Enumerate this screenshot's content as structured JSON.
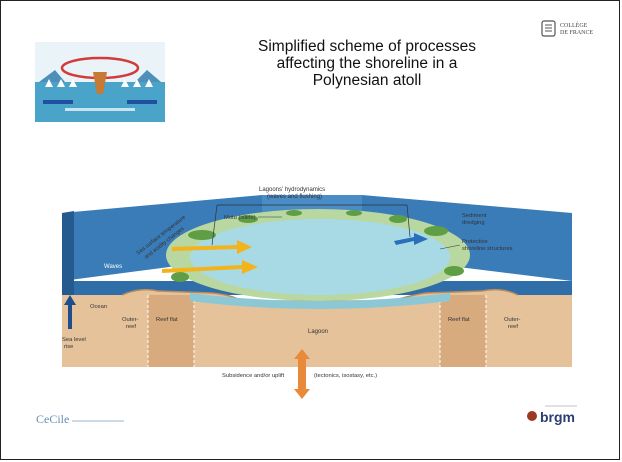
{
  "slide": {
    "title_lines": [
      "Simplified scheme of processes",
      "affecting the shoreline in a",
      "Polynesian atoll"
    ]
  },
  "logos": {
    "college_de_france": [
      "COLLÈGE",
      "DE FRANCE"
    ],
    "cecile": "CeCile",
    "brgm": "brgm"
  },
  "diagram": {
    "labels": {
      "lagoon_hydro_1": "Lagoons' hydrodynamics",
      "lagoon_hydro_2": "(waves and flushing)",
      "sst_1": "Sea surface temperature",
      "sst_2": "and acidity changes",
      "motu": "Motu (islets)",
      "sediment_1": "Sediment",
      "sediment_2": "dredging",
      "protective_1": "Protective",
      "protective_2": "shoreline structures",
      "waves": "Waves",
      "sea_level_1": "Sea level",
      "sea_level_2": "rise",
      "ocean": "Ocean",
      "outer_reef_left_1": "Outer-",
      "outer_reef_left_2": "reef",
      "reef_flat_left": "Reef flat",
      "lagoon": "Lagoon",
      "reef_flat_right": "Reef flat",
      "outer_reef_right_1": "Outer-",
      "outer_reef_right_2": "reef",
      "subsidence_a": "Subsidence and/or uplift",
      "subsidence_b": "(tectonics, isostasy, etc.)"
    },
    "colors": {
      "ocean": "#2f6ea8",
      "lagoon": "#a8dae6",
      "sand": "#e8c7a0",
      "vegetation": "#6aa84f",
      "arrow_yellow": "#f2b31c",
      "arrow_orange": "#e9893a",
      "arrow_blue": "#2a6ebc"
    }
  }
}
